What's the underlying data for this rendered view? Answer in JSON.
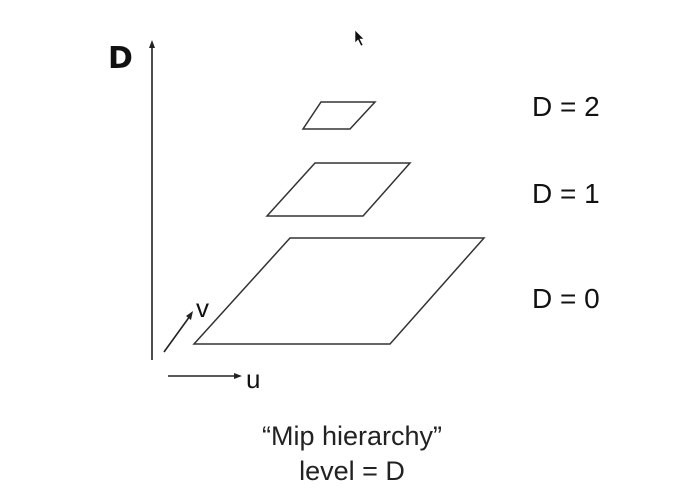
{
  "diagram": {
    "axis_title": "D",
    "axis_v": "v",
    "axis_u": "u",
    "levels": [
      {
        "label": "D = 2"
      },
      {
        "label": "D = 1"
      },
      {
        "label": "D = 0"
      }
    ],
    "caption_line1": "“Mip hierarchy”",
    "caption_line2": "level = D"
  },
  "colors": {
    "ink": "#111111",
    "background": "#ffffff"
  },
  "icons": {
    "cursor": "mouse-pointer-icon"
  }
}
